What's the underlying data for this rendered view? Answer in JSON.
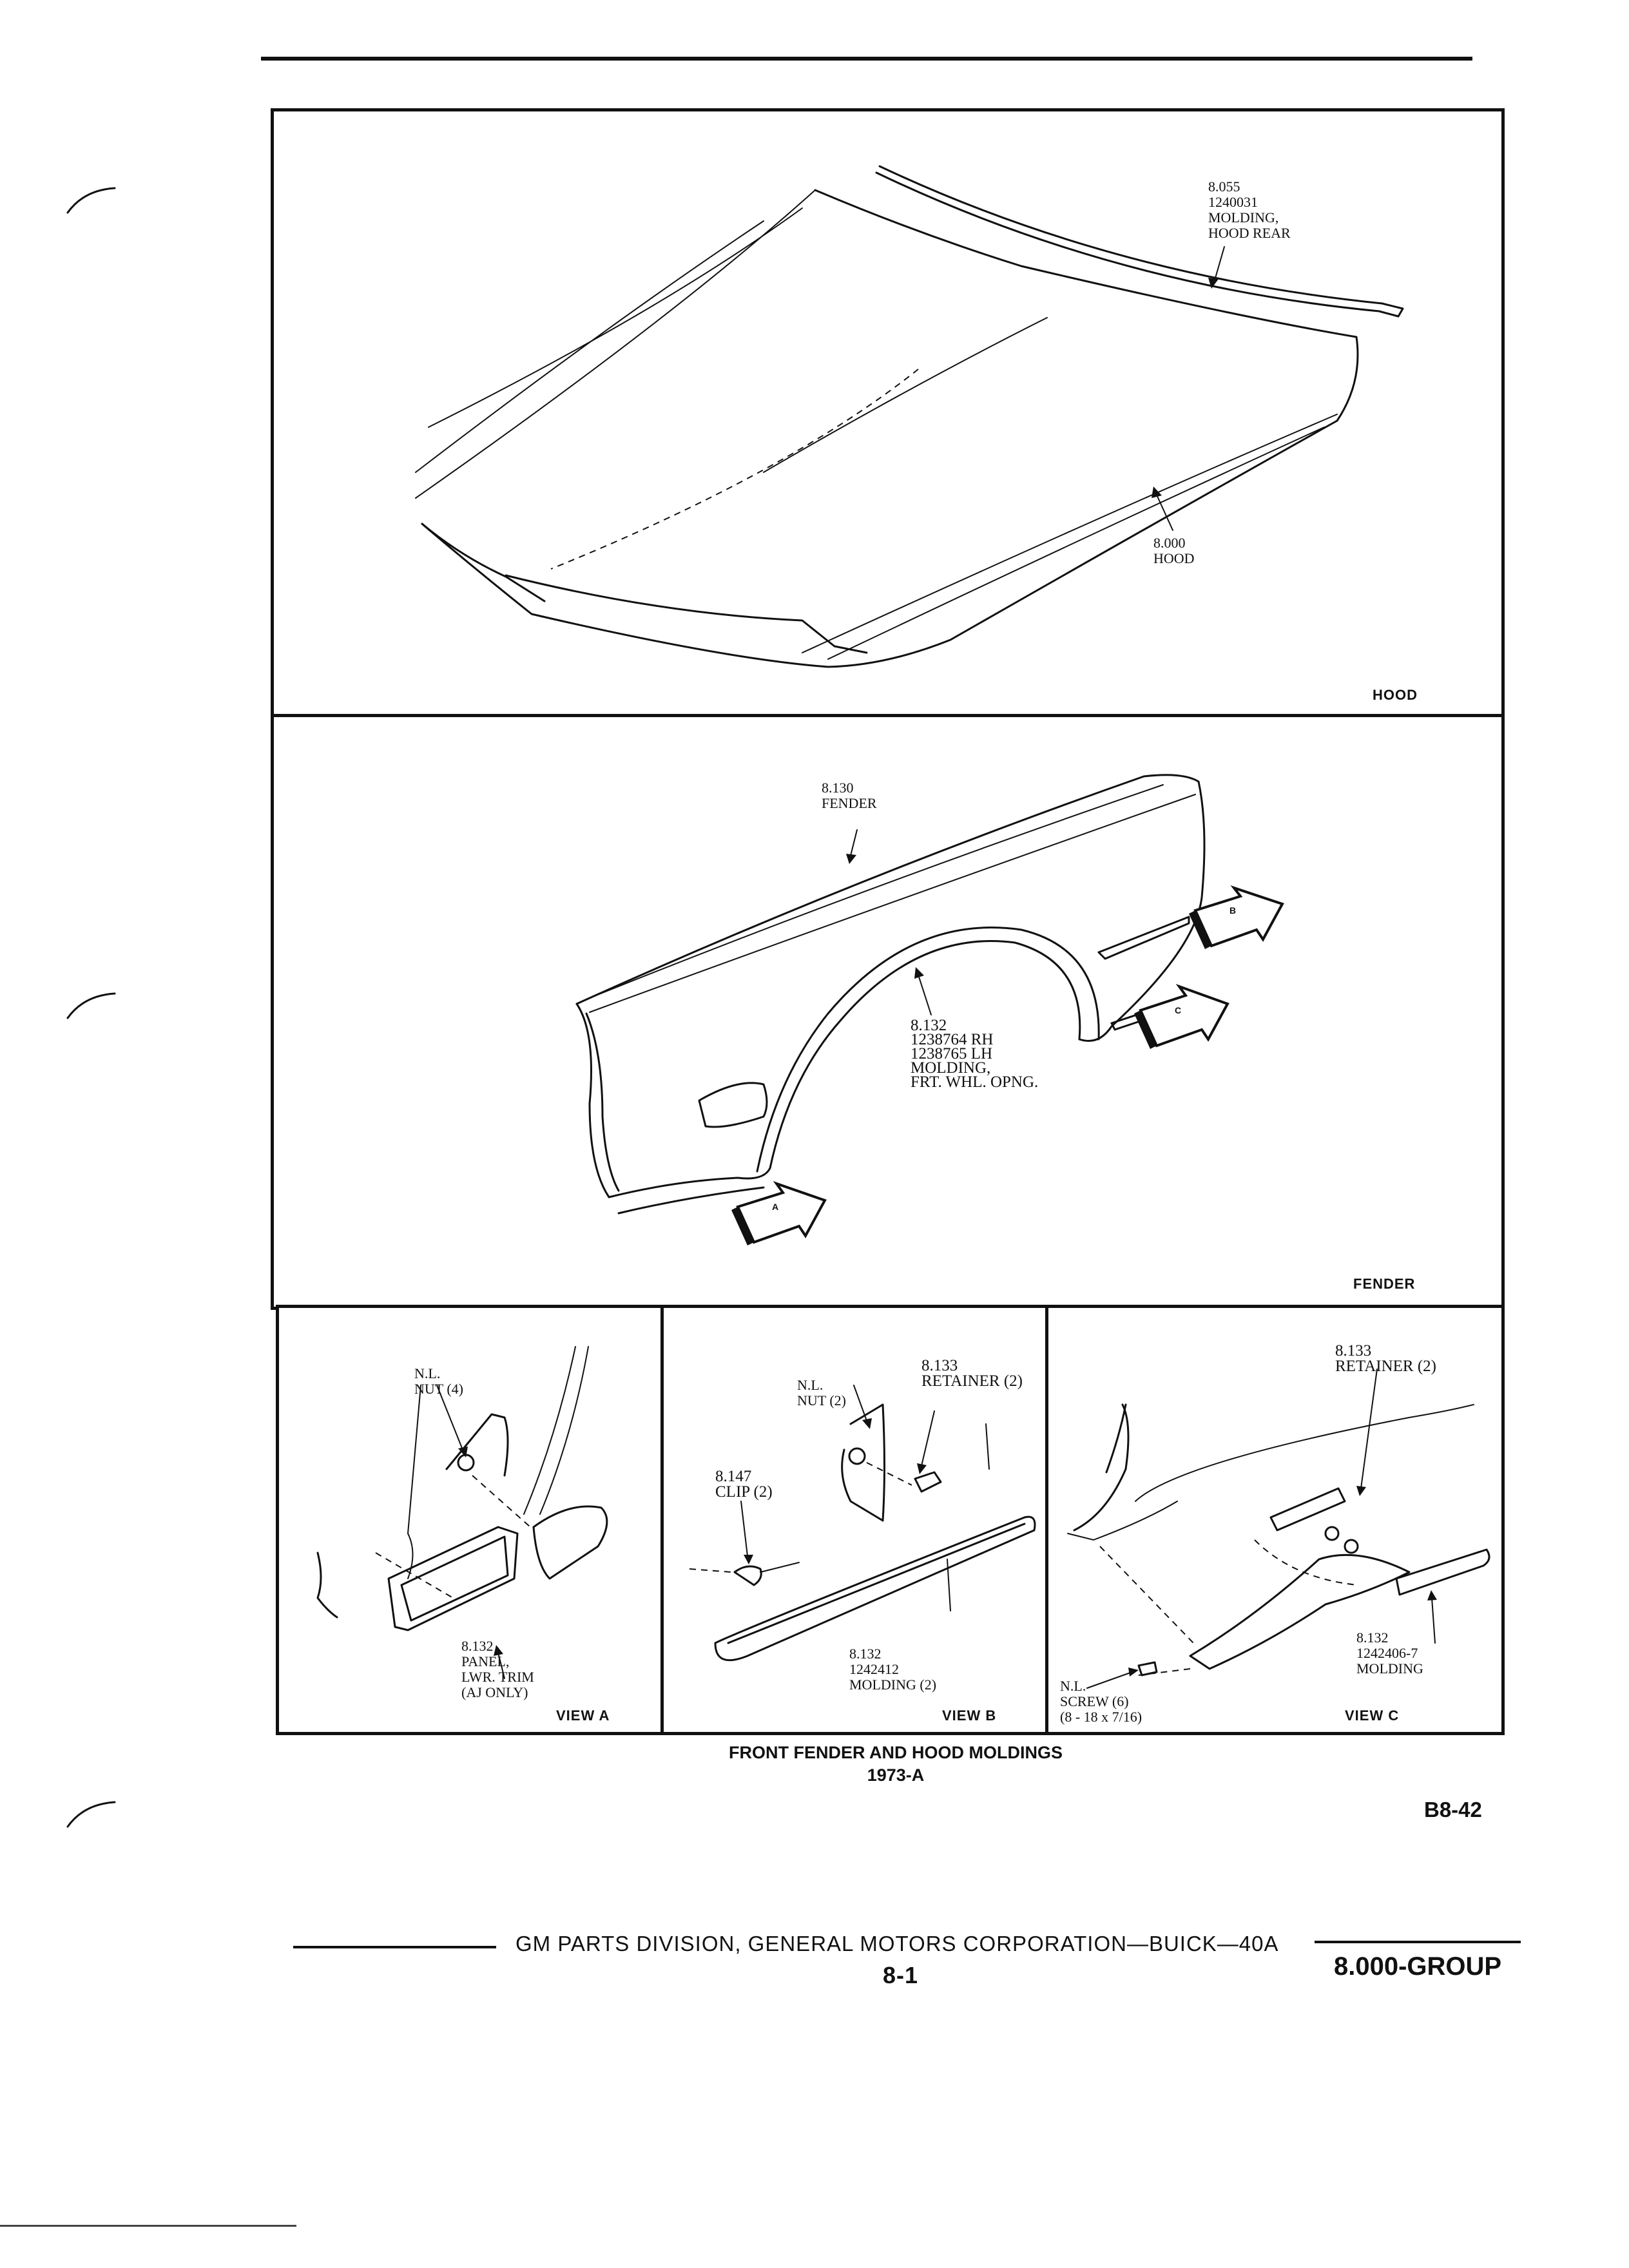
{
  "hood_panel": {
    "label": "HOOD",
    "callouts": {
      "molding": [
        "8.055",
        "1240031",
        "MOLDING,",
        "HOOD REAR"
      ],
      "hood": [
        "8.000",
        "HOOD"
      ]
    }
  },
  "fender_panel": {
    "label": "FENDER",
    "callouts": {
      "fender": [
        "8.130",
        "FENDER"
      ],
      "wheel_molding": [
        "8.132",
        "1238764 RH",
        "1238765 LH",
        "MOLDING,",
        "FRT. WHL. OPNG."
      ]
    },
    "view_markers": [
      "A",
      "B",
      "C"
    ]
  },
  "view_a": {
    "label": "VIEW A",
    "callouts": {
      "nut": [
        "N.L.",
        "NUT (4)"
      ],
      "panel": [
        "8.132",
        "PANEL,",
        "LWR. TRIM",
        "(AJ ONLY)"
      ]
    }
  },
  "view_b": {
    "label": "VIEW B",
    "callouts": {
      "nut": [
        "N.L.",
        "NUT (2)"
      ],
      "retainer": [
        "8.133",
        "RETAINER (2)"
      ],
      "clip": [
        "8.147",
        "CLIP (2)"
      ],
      "molding": [
        "8.132",
        "1242412",
        "MOLDING (2)"
      ]
    }
  },
  "view_c": {
    "label": "VIEW C",
    "callouts": {
      "retainer": [
        "8.133",
        "RETAINER (2)"
      ],
      "molding": [
        "8.132",
        "1242406-7",
        "MOLDING"
      ],
      "screw": [
        "N.L.",
        "SCREW (6)",
        "(8 - 18 x 7/16)"
      ]
    }
  },
  "caption": {
    "title": "FRONT FENDER AND HOOD MOLDINGS",
    "subtitle": "1973-A"
  },
  "figure_code": "B8-42",
  "footer": {
    "publisher": "GM PARTS DIVISION, GENERAL MOTORS CORPORATION—BUICK—40A",
    "page": "8-1",
    "group": "8.000-GROUP"
  }
}
